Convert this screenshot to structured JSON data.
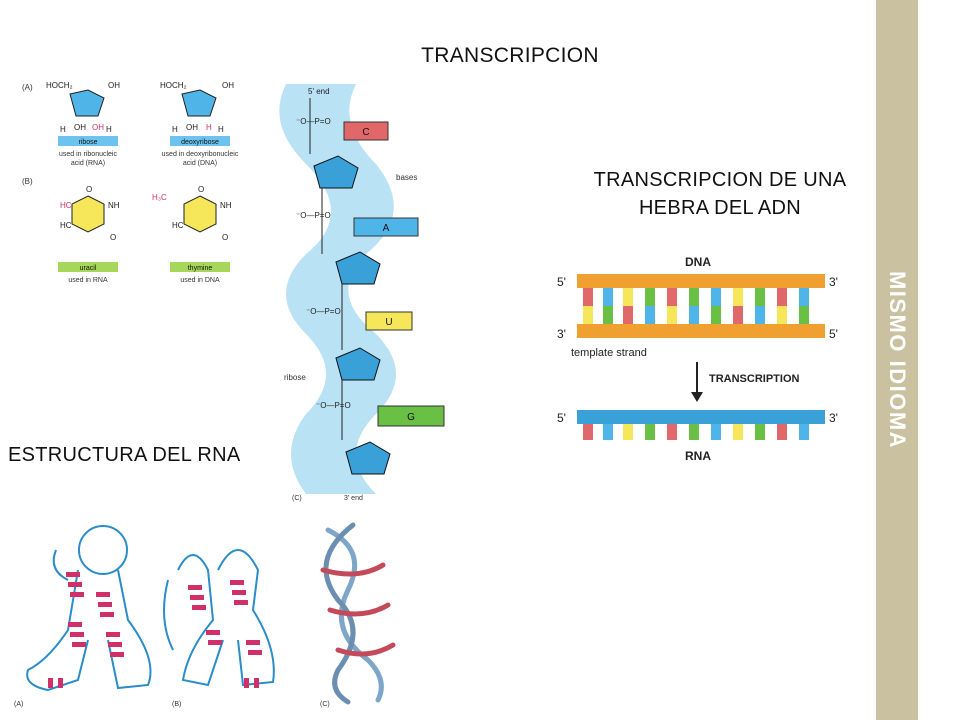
{
  "title": "TRANSCRIPCION",
  "subtitle_transcription": [
    "TRANSCRIPCION DE UNA",
    "HEBRA DEL ADN"
  ],
  "structure_label": "ESTRUCTURA DEL RNA",
  "side_banner": "MISMO IDIOMA",
  "sugars_figure": {
    "panel_a": "(A)",
    "panel_b": "(B)",
    "ribose": {
      "formula_top": "HOCH₂",
      "oh": "OH",
      "name": "ribose",
      "caption": [
        "used in ribonucleic",
        "acid (RNA)"
      ]
    },
    "deoxyribose": {
      "formula_top": "HOCH₂",
      "oh": "OH",
      "name": "deoxyribose",
      "caption": [
        "used in deoxyribonucleic",
        "acid (DNA)"
      ]
    },
    "uracil": {
      "name": "uracil",
      "caption": "used in RNA"
    },
    "thymine": {
      "name": "thymine",
      "caption": "used in DNA",
      "methyl": "H₃C"
    }
  },
  "rna_chain_figure": {
    "five_end": "5' end",
    "three_end": "3' end",
    "panel": "(C)",
    "bases_label": "bases",
    "ribose_label": "ribose",
    "bases": [
      "C",
      "A",
      "U",
      "G"
    ]
  },
  "transcription_figure": {
    "dna_label": "DNA",
    "rna_label": "RNA",
    "template_label": "template strand",
    "arrow_label": "TRANSCRIPTION",
    "top_left": "5'",
    "top_right": "3'",
    "mid_left": "3'",
    "mid_right": "5'",
    "bot_left": "5'",
    "bot_right": "3'"
  },
  "rna_structure_figure": {
    "panel_a": "(A)",
    "panel_b": "(B)",
    "panel_c": "(C)"
  },
  "colors": {
    "blue_backbone": "#9fd6f0",
    "orange_strand": "#f0a030",
    "rna_strand": "#3aa0d8",
    "base_red": "#e0686a",
    "base_yellow": "#f5e65a",
    "base_green": "#6abf45",
    "base_blue": "#4fb4e8",
    "sidebar": "#c9c1a0"
  }
}
